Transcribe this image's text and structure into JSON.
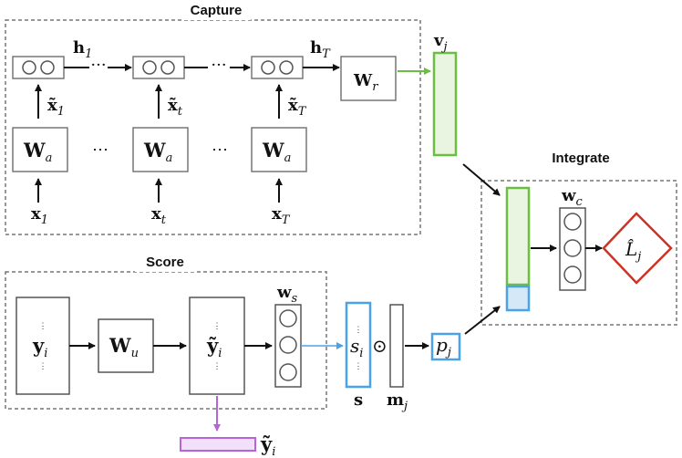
{
  "sections": {
    "capture": "Capture",
    "score": "Score",
    "integrate": "Integrate"
  },
  "capture": {
    "hidden_1": "h",
    "hidden_1_sub": "1",
    "hidden_T": "h",
    "hidden_T_sub": "T",
    "xtilde_1": "x̃",
    "xtilde_1_sub": "1",
    "xtilde_t": "x̃",
    "xtilde_t_sub": "t",
    "xtilde_T": "x̃",
    "xtilde_T_sub": "T",
    "Wa": "W",
    "Wa_sub": "a",
    "x_1": "x",
    "x_1_sub": "1",
    "x_t": "x",
    "x_t_sub": "t",
    "x_T": "x",
    "x_T_sub": "T",
    "Wr": "W",
    "Wr_sub": "r",
    "ellipsis": "···",
    "dots": "⋯"
  },
  "vj": {
    "label": "v",
    "sub": "j"
  },
  "score": {
    "y_i": "y",
    "y_i_sub": "i",
    "Wu": "W",
    "Wu_sub": "u",
    "ytilde_i": "ỹ",
    "ytilde_i_sub": "i",
    "ws": "w",
    "ws_sub": "s",
    "s_i": "s",
    "s_i_sub": "i",
    "s_label": "s",
    "odot": "⊙",
    "m_j": "m",
    "m_j_sub": "j",
    "p_j": "p",
    "p_j_sub": "j",
    "ytilde_out": "ỹ",
    "ytilde_out_sub": "i",
    "vdots": "⋮"
  },
  "integrate": {
    "wc": "w",
    "wc_sub": "c",
    "L_hat": "L̂",
    "L_sub": "j"
  },
  "colors": {
    "green_stroke": "#6abf40",
    "green_fill": "#e9f5e1",
    "blue_stroke": "#4aa3e8",
    "blue_fill": "#d4e8f8",
    "purple_stroke": "#b565d8",
    "purple_fill": "#f2e0fa",
    "red_stroke": "#cc3322",
    "gray_stroke": "#777777"
  }
}
